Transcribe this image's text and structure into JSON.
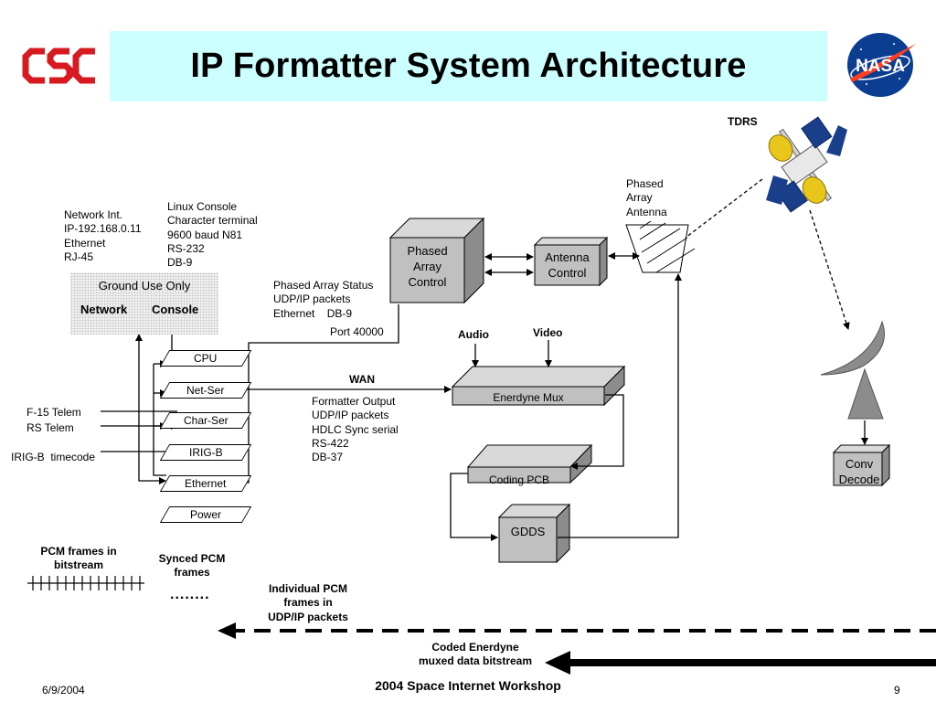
{
  "slide": {
    "title": "IP Formatter System Architecture",
    "footer_date": "6/9/2004",
    "footer_center": "2004 Space Internet Workshop",
    "page_number": "9",
    "csc_logo": "CSC",
    "nasa_logo": "NASA"
  },
  "labels": {
    "tdrs": "TDRS",
    "phased_array_antenna": "Phased\nArray\nAntenna",
    "network_int": "Network Int.\nIP-192.168.0.11\nEthernet\nRJ-45",
    "linux_console": "Linux Console\nCharacter terminal\n9600 baud N81\nRS-232\nDB-9",
    "ground_use_only": "Ground Use Only",
    "network": "Network",
    "console": "Console",
    "phased_array_status": "Phased Array Status\nUDP/IP packets\nEthernet    DB-9",
    "port": "Port 40000",
    "audio": "Audio",
    "video": "Video",
    "wan": "WAN",
    "formatter_output": "Formatter Output\nUDP/IP packets\nHDLC Sync serial\nRS-422\nDB-37",
    "f15_telem": "F-15 Telem",
    "rs_telem": "RS Telem",
    "irig_timecode": "IRIG-B  timecode",
    "pcm_frames": "PCM frames in\nbitstream",
    "synced_pcm": "Synced PCM\nframes",
    "dots": "........",
    "individual_pcm": "Individual PCM\nframes in\nUDP/IP packets",
    "coded_enerdyne": "Coded Enerdyne\nmuxed data bitstream"
  },
  "boxes": {
    "phased_array_control": "Phased\nArray\nControl",
    "antenna_control": "Antenna\nControl",
    "enerdyne_mux": "Enerdyne Mux",
    "coding_pcb": "Coding PCB",
    "gdds": "GDDS",
    "conv_decode": "Conv\nDecode"
  },
  "stack": [
    "CPU",
    "Net-Ser",
    "Char-Ser",
    "IRIG-B",
    "Ethernet",
    "Power"
  ],
  "colors": {
    "title_bg": "#ccffff",
    "box_front": "#c0c0c0",
    "box_top": "#d9d9d9",
    "box_side": "#8c8c8c",
    "csc_red": "#d71920",
    "nasa_blue": "#0b3d91",
    "nasa_red": "#fc3d21"
  }
}
